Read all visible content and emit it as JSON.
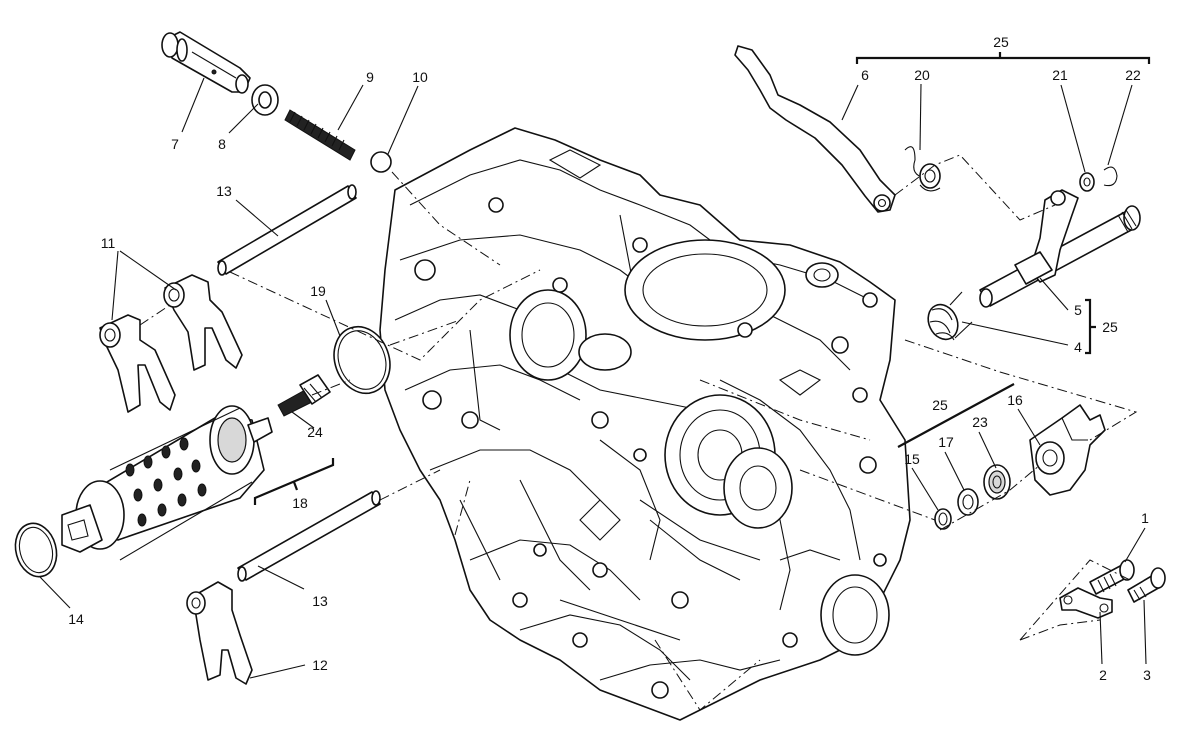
{
  "callouts": {
    "c1": "1",
    "c2": "2",
    "c3": "3",
    "c4": "4",
    "c5": "5",
    "c6": "6",
    "c7": "7",
    "c8": "8",
    "c9": "9",
    "c10": "10",
    "c11": "11",
    "c12": "12",
    "c13a": "13",
    "c13b": "13",
    "c14": "14",
    "c15": "15",
    "c16": "16",
    "c17": "17",
    "c18": "18",
    "c19": "19",
    "c20": "20",
    "c21": "21",
    "c22": "22",
    "c23": "23",
    "c24": "24",
    "c25a": "25",
    "c25b": "25",
    "c25c": "25"
  }
}
